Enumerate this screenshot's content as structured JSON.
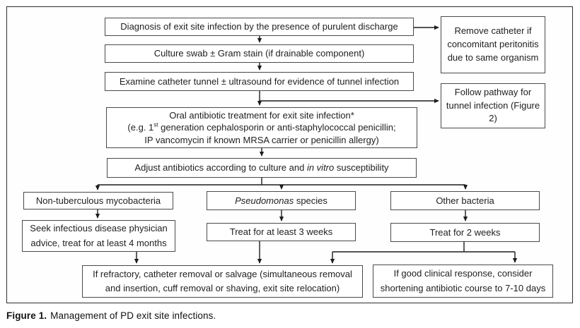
{
  "caption": {
    "label": "Figure 1.",
    "text": "Management of PD exit site infections."
  },
  "nodes": {
    "diagnosis": "Diagnosis of exit site infection by the presence of purulent discharge",
    "culture": "Culture swab ± Gram stain (if drainable component)",
    "examine": "Examine catheter tunnel ± ultrasound for evidence of tunnel infection",
    "remove_catheter": "Remove catheter if concomitant peritonitis due to same organism",
    "follow_pathway": "Follow pathway for tunnel infection (Figure 2)",
    "oral": {
      "line1": "Oral antibiotic treatment for exit site infection*",
      "line2_pre": "(e.g. 1",
      "line2_sup": "st",
      "line2_post": " generation cephalosporin or anti-staphylococcal penicillin;",
      "line3": "IP vancomycin if known MRSA carrier or penicillin allergy)"
    },
    "adjust": {
      "pre": "Adjust antibiotics according to culture and ",
      "italic": "in vitro",
      "post": " susceptibility"
    },
    "ntm": "Non-tuberculous mycobacteria",
    "pseudomonas": {
      "italic": "Pseudomonas",
      "post": " species"
    },
    "other_bacteria": "Other bacteria",
    "seek_advice": "Seek infectious disease physician advice, treat for at least 4 months",
    "treat_3_weeks": "Treat for at least 3 weeks",
    "treat_2_weeks": "Treat for 2 weeks",
    "refractory": "If refractory, catheter removal or salvage (simultaneous removal and insertion, cuff removal or shaving, exit site relocation)",
    "good_response": "If good clinical response, consider shortening antibiotic course to 7-10 days"
  },
  "edges": [
    {
      "from": "diagnosis",
      "to": "culture"
    },
    {
      "from": "diagnosis",
      "to": "remove_catheter"
    },
    {
      "from": "culture",
      "to": "examine"
    },
    {
      "from": "examine",
      "to": "oral"
    },
    {
      "from": "examine",
      "to": "follow_pathway"
    },
    {
      "from": "oral",
      "to": "adjust"
    },
    {
      "from": "adjust",
      "to": "ntm"
    },
    {
      "from": "adjust",
      "to": "pseudomonas"
    },
    {
      "from": "adjust",
      "to": "other_bacteria"
    },
    {
      "from": "ntm",
      "to": "seek_advice"
    },
    {
      "from": "pseudomonas",
      "to": "treat_3_weeks"
    },
    {
      "from": "other_bacteria",
      "to": "treat_2_weeks"
    },
    {
      "from": "seek_advice",
      "to": "refractory"
    },
    {
      "from": "treat_3_weeks",
      "to": "refractory"
    },
    {
      "from": "treat_2_weeks",
      "to": "refractory"
    },
    {
      "from": "treat_2_weeks",
      "to": "good_response"
    }
  ],
  "colors": {
    "box_border": "#4a4a4a",
    "outer_border": "#2e2e2e",
    "text": "#212121",
    "arrow": "#1c1c1c",
    "background": "#ffffff"
  }
}
